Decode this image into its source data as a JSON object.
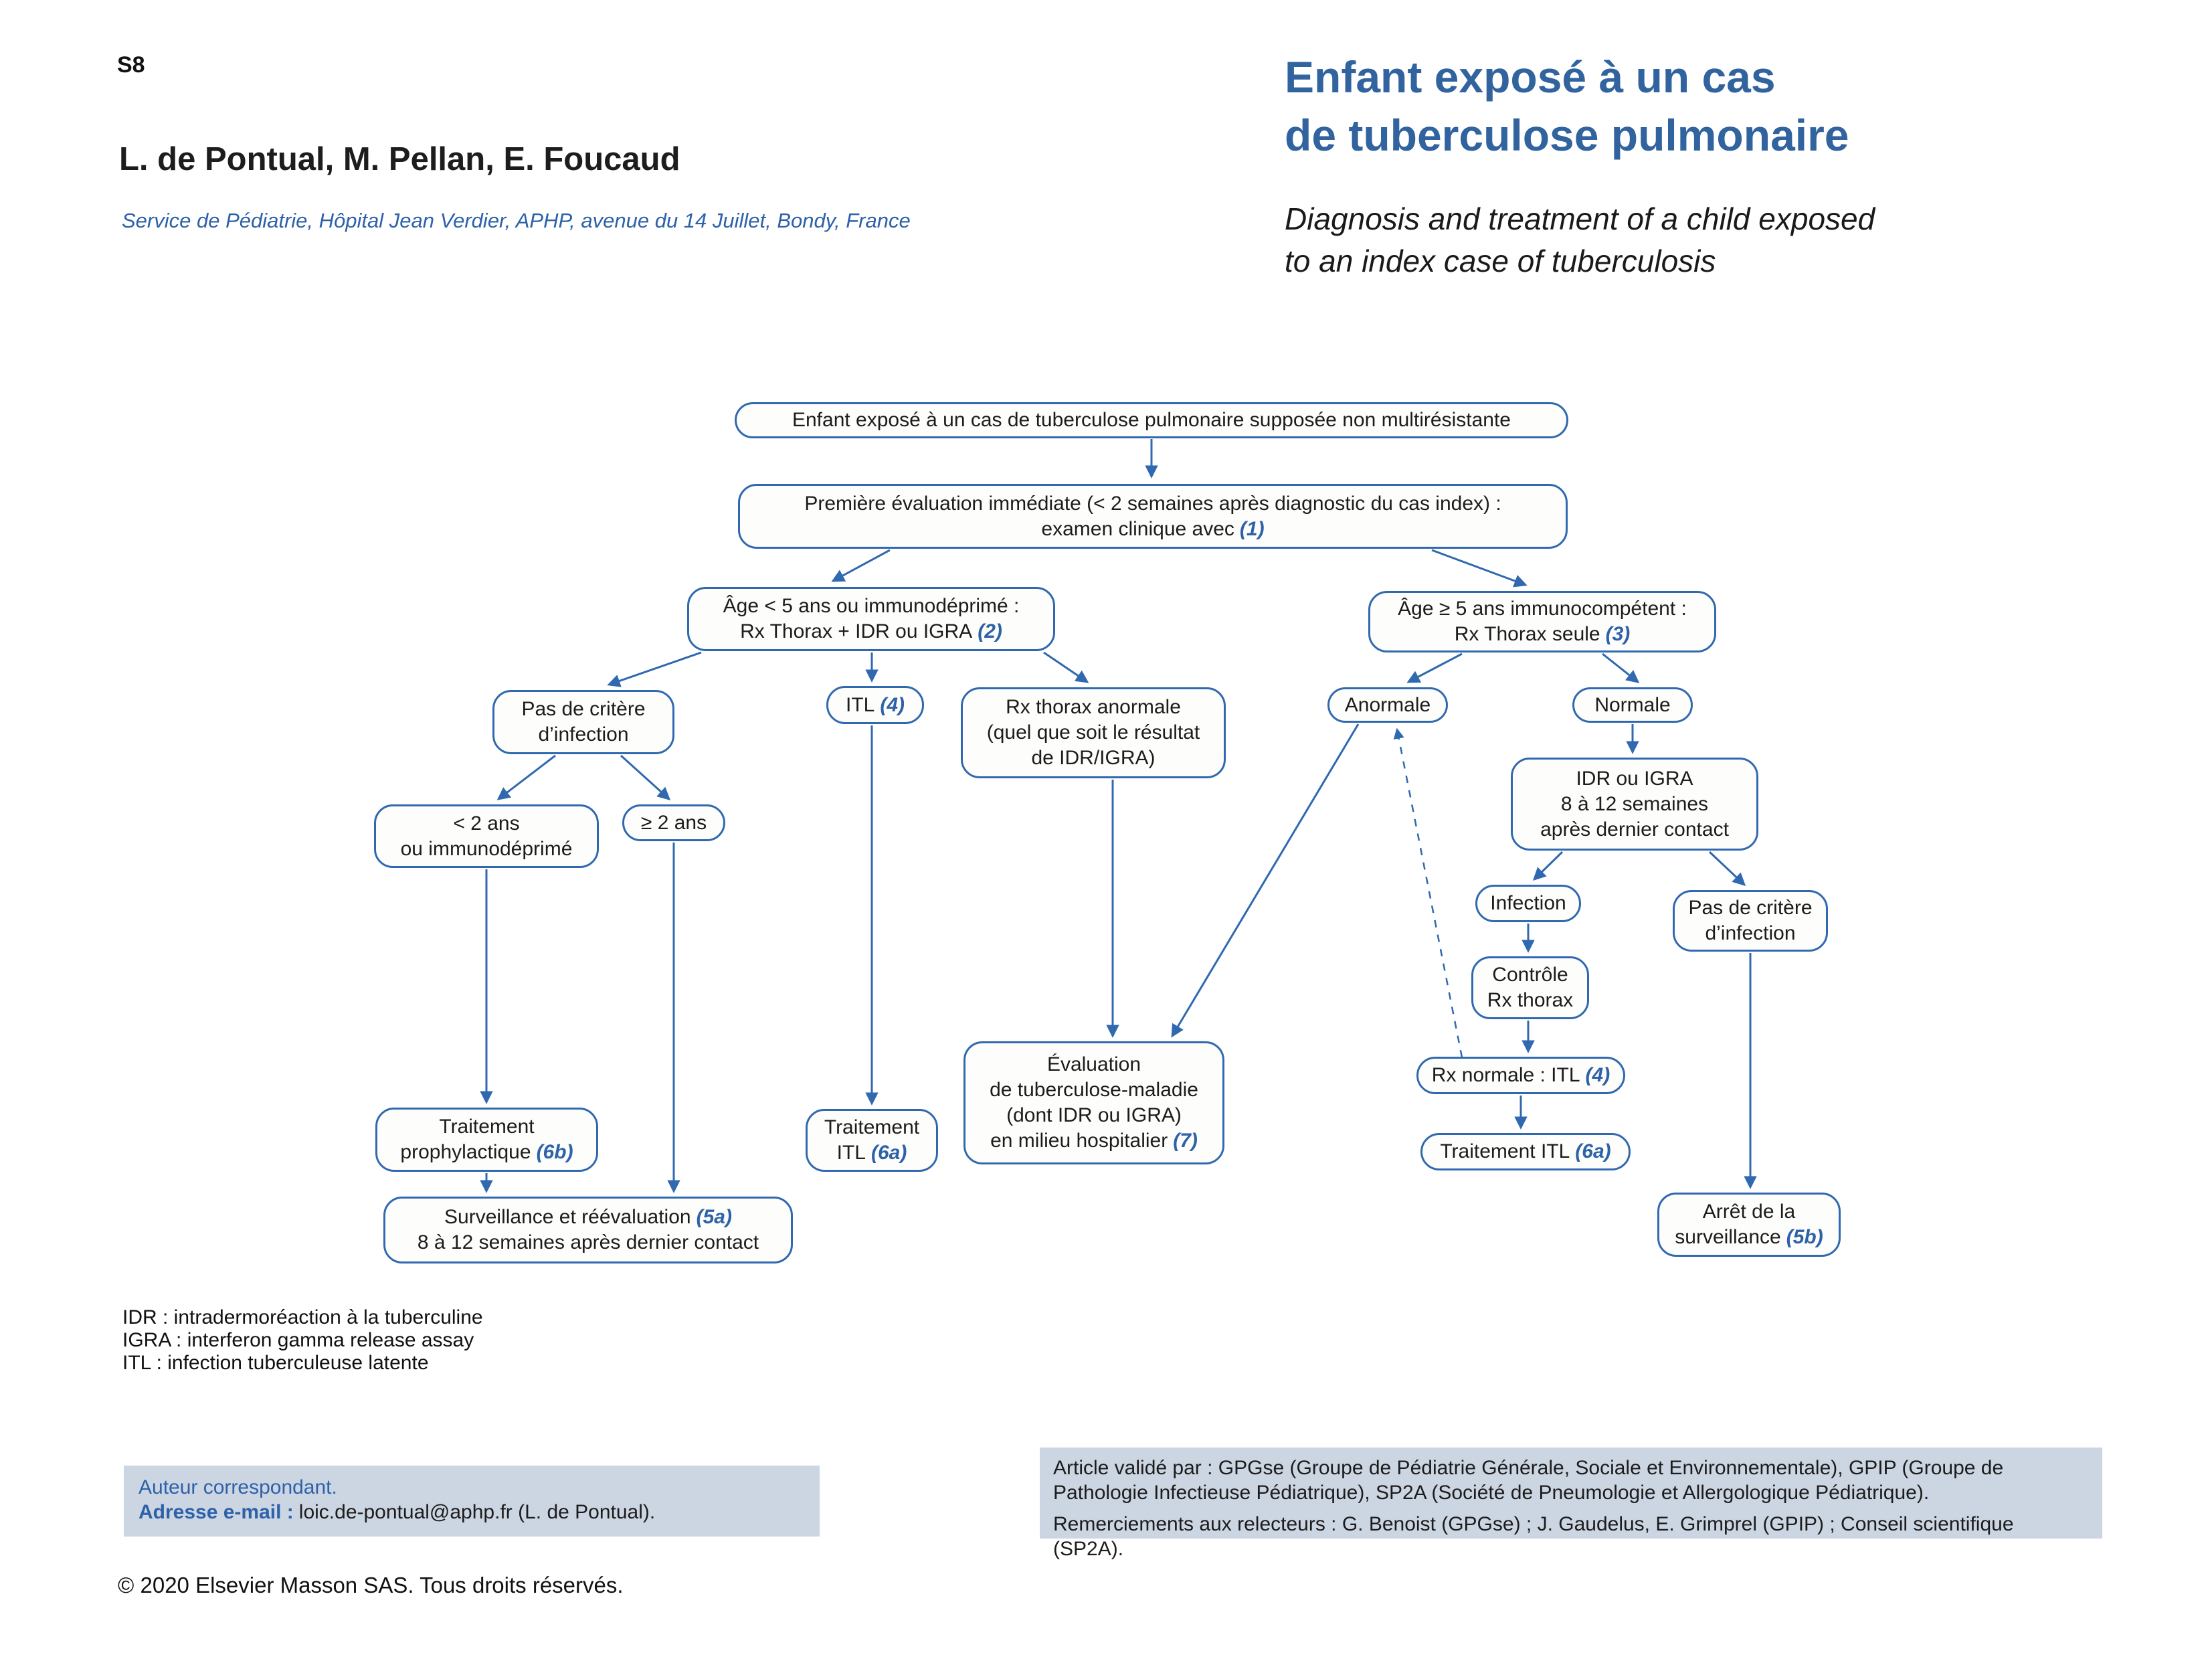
{
  "page": {
    "page_number": "S8",
    "authors": "L. de Pontual, M. Pellan, E. Foucaud",
    "affiliation": "Service de Pédiatrie, Hôpital Jean Verdier, APHP, avenue du 14 Juillet, Bondy, France",
    "title_fr_line1": "Enfant exposé à un cas",
    "title_fr_line2": "de tuberculose pulmonaire",
    "title_en_line1": "Diagnosis and treatment of a child exposed",
    "title_en_line2": "to an index case of tuberculosis",
    "copyright": "© 2020 Elsevier Masson SAS. Tous droits réservés."
  },
  "colors": {
    "title_blue": "#31639f",
    "accent_blue": "#2d61a8",
    "box_border_blue": "#3069b0",
    "footer_background": "#ccd5e2"
  },
  "flowchart": {
    "nodes": {
      "a": {
        "lines": [
          {
            "text": "Enfant exposé à un cas de tuberculose pulmonaire supposée non multirésistante"
          }
        ]
      },
      "b": {
        "lines": [
          {
            "text": "Première évaluation immédiate (< 2 semaines après diagnostic du cas index) :"
          },
          {
            "text": "examen clinique avec",
            "ref": "(1)"
          }
        ]
      },
      "c": {
        "lines": [
          {
            "text": "Âge < 5 ans ou immunodéprimé :"
          },
          {
            "text": "Rx Thorax + IDR ou IGRA",
            "ref": "(2)"
          }
        ]
      },
      "d": {
        "lines": [
          {
            "text": "Âge ≥ 5 ans immunocompétent :"
          },
          {
            "text": "Rx Thorax seule",
            "ref": "(3)"
          }
        ]
      },
      "e": {
        "lines": [
          {
            "text": "Pas de critère"
          },
          {
            "text": "d’infection"
          }
        ]
      },
      "f": {
        "lines": [
          {
            "text": "ITL",
            "ref": "(4)"
          }
        ]
      },
      "g": {
        "lines": [
          {
            "text": "Rx thorax anormale"
          },
          {
            "text": "(quel que soit le résultat"
          },
          {
            "text": "de IDR/IGRA)"
          }
        ]
      },
      "h": {
        "lines": [
          {
            "text": "Anormale"
          }
        ]
      },
      "i": {
        "lines": [
          {
            "text": "Normale"
          }
        ]
      },
      "j": {
        "lines": [
          {
            "text": "< 2 ans"
          },
          {
            "text": "ou immunodéprimé"
          }
        ]
      },
      "k": {
        "lines": [
          {
            "text": "≥ 2 ans"
          }
        ]
      },
      "l": {
        "lines": [
          {
            "text": "IDR ou IGRA"
          },
          {
            "text": "8 à 12 semaines"
          },
          {
            "text": "après dernier contact"
          }
        ]
      },
      "m": {
        "lines": [
          {
            "text": "Infection"
          }
        ]
      },
      "n": {
        "lines": [
          {
            "text": "Pas de critère"
          },
          {
            "text": "d’infection"
          }
        ]
      },
      "o": {
        "lines": [
          {
            "text": "Contrôle"
          },
          {
            "text": "Rx thorax"
          }
        ]
      },
      "p": {
        "lines": [
          {
            "text": "Rx normale : ITL",
            "ref": "(4)"
          }
        ]
      },
      "q": {
        "lines": [
          {
            "text": "Traitement ITL",
            "ref": "(6a)"
          }
        ]
      },
      "r": {
        "lines": [
          {
            "text": "Évaluation"
          },
          {
            "text": "de tuberculose-maladie"
          },
          {
            "text": "(dont IDR ou IGRA)"
          },
          {
            "text": "en milieu hospitalier",
            "ref": "(7)"
          }
        ]
      },
      "s": {
        "lines": [
          {
            "text": "Traitement"
          },
          {
            "text": "ITL",
            "ref": "(6a)"
          }
        ]
      },
      "t": {
        "lines": [
          {
            "text": "Traitement"
          },
          {
            "text": "prophylactique",
            "ref": "(6b)"
          }
        ]
      },
      "u": {
        "lines": [
          {
            "text": "Surveillance et réévaluation",
            "ref": "(5a)"
          },
          {
            "text": "8 à 12 semaines après dernier contact"
          }
        ]
      },
      "v": {
        "lines": [
          {
            "text": "Arrêt de la"
          },
          {
            "text": "surveillance",
            "ref": "(5b)"
          }
        ]
      }
    }
  },
  "abbreviations": {
    "line1": "IDR : intradermoréaction à la tuberculine",
    "line2": "IGRA : interferon gamma release assay",
    "line3": "ITL : infection tuberculeuse latente"
  },
  "correspondence": {
    "label": "Auteur correspondant.",
    "email_label": "Adresse e-mail :",
    "email_value": "loic.de-pontual@aphp.fr (L. de Pontual)."
  },
  "validation": {
    "line1": "Article validé par : GPGse (Groupe de Pédiatrie Générale, Sociale et Environnementale), GPIP (Groupe de Pathologie Infectieuse Pédiatrique), SP2A (Société de Pneumologie et Allergologique Pédiatrique).",
    "line2": "Remerciements aux relecteurs : G. Benoist (GPGse) ; J. Gaudelus, E. Grimprel (GPIP) ; Conseil scientifique (SP2A)."
  }
}
